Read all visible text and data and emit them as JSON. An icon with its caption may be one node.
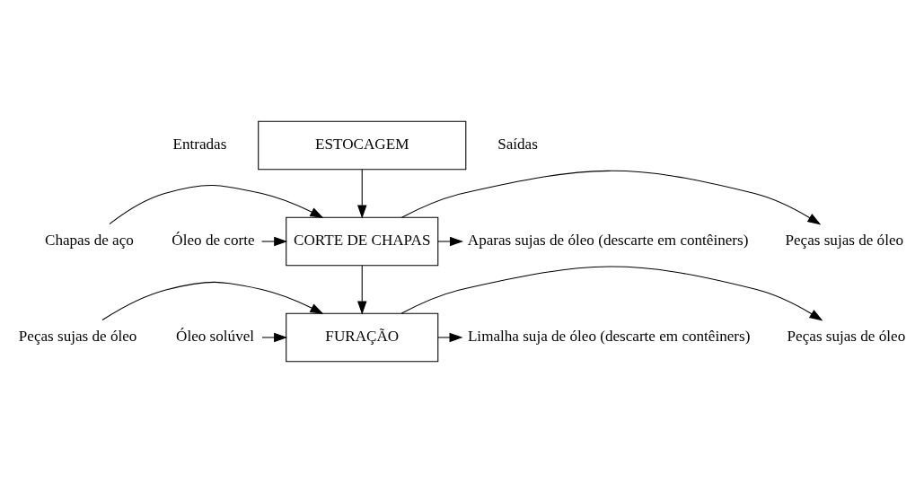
{
  "diagram": {
    "nodes": [
      {
        "text": [
          "ESTOCAGEM"
        ]
      },
      {
        "text": [
          "CORTE DE CHAPAS"
        ]
      },
      {
        "text": [
          "FURAÇÃO"
        ]
      },
      {
        "text": [
          "Chapas de aço"
        ]
      },
      {
        "text": [
          "Óleo de corte"
        ]
      },
      {
        "text": [
          "Peças sujas de óleo"
        ]
      },
      {
        "text": [
          "Aparas sujas de óleo (descarte em contêiners)"
        ]
      },
      {
        "text": [
          "Peças sujas de óleo"
        ]
      },
      {
        "text": [
          "Óleo solúvel"
        ]
      },
      {
        "text": [
          "Peças sujas de óleo"
        ]
      },
      {
        "text": [
          "Limalha suja de óleo (descarte em contêiners)"
        ]
      }
    ],
    "edges": [
      {
        "from": 0,
        "to": 1,
        "arrow": "to"
      },
      {
        "from": 3,
        "to": 1,
        "arrow": "to"
      },
      {
        "from": 4,
        "to": 1,
        "arrow": "to"
      },
      {
        "from": 1,
        "to": 5,
        "arrow": "to"
      },
      {
        "from": 1,
        "to": 6,
        "arrow": "to"
      },
      {
        "from": 1,
        "to": 2,
        "arrow": "to"
      },
      {
        "from": 7,
        "to": 2,
        "arrow": "to"
      },
      {
        "from": 8,
        "to": 2,
        "arrow": "to"
      },
      {
        "from": 2,
        "to": 9,
        "arrow": "to"
      },
      {
        "from": 2,
        "to": 10,
        "arrow": "to"
      }
    ],
    "labels": [
      "Entradas",
      "Saídas"
    ]
  }
}
